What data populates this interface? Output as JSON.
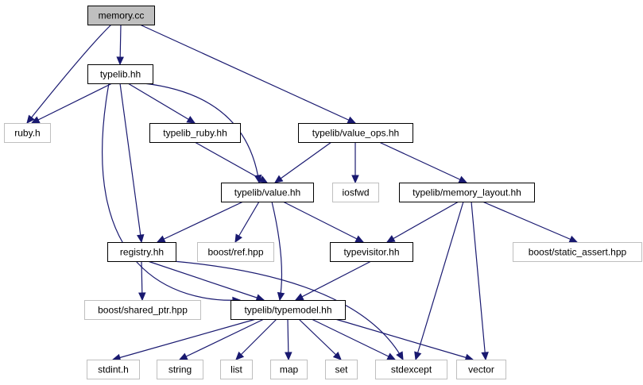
{
  "graph": {
    "edge_color": "#191970",
    "root_fill": "#bfbfbf",
    "external_border": "#bfbfbf",
    "nodes": [
      {
        "id": "memory_cc",
        "label": "memory.cc",
        "kind": "root"
      },
      {
        "id": "ruby_h",
        "label": "ruby.h",
        "kind": "external"
      },
      {
        "id": "typelib_hh",
        "label": "typelib.hh",
        "kind": "primary"
      },
      {
        "id": "typelib_ruby_hh",
        "label": "typelib_ruby.hh",
        "kind": "primary"
      },
      {
        "id": "value_ops_hh",
        "label": "typelib/value_ops.hh",
        "kind": "primary"
      },
      {
        "id": "value_hh",
        "label": "typelib/value.hh",
        "kind": "primary"
      },
      {
        "id": "iosfwd",
        "label": "iosfwd",
        "kind": "external"
      },
      {
        "id": "memory_layout_hh",
        "label": "typelib/memory_layout.hh",
        "kind": "primary"
      },
      {
        "id": "registry_hh",
        "label": "registry.hh",
        "kind": "primary"
      },
      {
        "id": "boost_ref_hpp",
        "label": "boost/ref.hpp",
        "kind": "external"
      },
      {
        "id": "typevisitor_hh",
        "label": "typevisitor.hh",
        "kind": "primary"
      },
      {
        "id": "static_assert_hpp",
        "label": "boost/static_assert.hpp",
        "kind": "external"
      },
      {
        "id": "shared_ptr_hpp",
        "label": "boost/shared_ptr.hpp",
        "kind": "external"
      },
      {
        "id": "typemodel_hh",
        "label": "typelib/typemodel.hh",
        "kind": "primary"
      },
      {
        "id": "stdint_h",
        "label": "stdint.h",
        "kind": "external"
      },
      {
        "id": "string",
        "label": "string",
        "kind": "external"
      },
      {
        "id": "list",
        "label": "list",
        "kind": "external"
      },
      {
        "id": "map",
        "label": "map",
        "kind": "external"
      },
      {
        "id": "set",
        "label": "set",
        "kind": "external"
      },
      {
        "id": "stdexcept",
        "label": "stdexcept",
        "kind": "external"
      },
      {
        "id": "vector",
        "label": "vector",
        "kind": "external"
      }
    ],
    "edges": [
      {
        "from": "memory_cc",
        "to": "ruby_h"
      },
      {
        "from": "memory_cc",
        "to": "typelib_hh"
      },
      {
        "from": "memory_cc",
        "to": "value_ops_hh"
      },
      {
        "from": "typelib_hh",
        "to": "ruby_h"
      },
      {
        "from": "typelib_hh",
        "to": "typelib_ruby_hh"
      },
      {
        "from": "typelib_hh",
        "to": "value_hh"
      },
      {
        "from": "typelib_hh",
        "to": "registry_hh"
      },
      {
        "from": "typelib_hh",
        "to": "typemodel_hh"
      },
      {
        "from": "typelib_ruby_hh",
        "to": "value_hh"
      },
      {
        "from": "value_ops_hh",
        "to": "value_hh"
      },
      {
        "from": "value_ops_hh",
        "to": "iosfwd"
      },
      {
        "from": "value_ops_hh",
        "to": "memory_layout_hh"
      },
      {
        "from": "value_hh",
        "to": "registry_hh"
      },
      {
        "from": "value_hh",
        "to": "boost_ref_hpp"
      },
      {
        "from": "value_hh",
        "to": "typevisitor_hh"
      },
      {
        "from": "value_hh",
        "to": "typemodel_hh"
      },
      {
        "from": "memory_layout_hh",
        "to": "typevisitor_hh"
      },
      {
        "from": "memory_layout_hh",
        "to": "static_assert_hpp"
      },
      {
        "from": "memory_layout_hh",
        "to": "stdexcept"
      },
      {
        "from": "memory_layout_hh",
        "to": "vector"
      },
      {
        "from": "registry_hh",
        "to": "shared_ptr_hpp"
      },
      {
        "from": "registry_hh",
        "to": "typemodel_hh"
      },
      {
        "from": "registry_hh",
        "to": "stdexcept"
      },
      {
        "from": "typevisitor_hh",
        "to": "typemodel_hh"
      },
      {
        "from": "typemodel_hh",
        "to": "stdint_h"
      },
      {
        "from": "typemodel_hh",
        "to": "string"
      },
      {
        "from": "typemodel_hh",
        "to": "list"
      },
      {
        "from": "typemodel_hh",
        "to": "map"
      },
      {
        "from": "typemodel_hh",
        "to": "set"
      },
      {
        "from": "typemodel_hh",
        "to": "stdexcept"
      },
      {
        "from": "typemodel_hh",
        "to": "vector"
      }
    ]
  }
}
